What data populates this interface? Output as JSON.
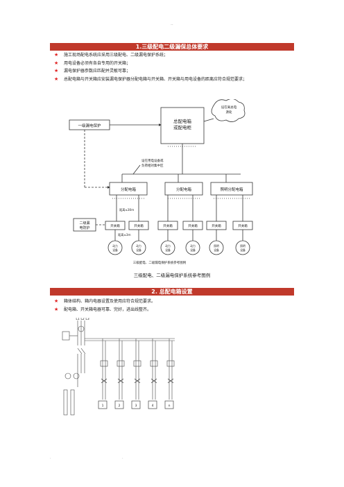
{
  "header_mark": "..",
  "section1": {
    "title": "1.三级配电二级漏保总体要求",
    "bullets": [
      "施工现场配电系统应采用三级配电、二级漏电保护系统；",
      "用电设备必须有各自专用的开关箱；",
      "漏电保护器参数应匹配并灵敏可靠；",
      "总配电箱与开关箱应安装漏电保护器分配电箱与开关箱、开关箱与用电设备的距离应符合规范要求；"
    ],
    "diagram": {
      "level1_protector": "一级漏电保护",
      "main_box": [
        "总配电箱",
        "或配电柜"
      ],
      "cloud_note": [
        "设在离总电",
        "源处"
      ],
      "dist_note": [
        "设在用电设备或",
        "负荷相对集中区"
      ],
      "dist_boxes": [
        "分配电箱",
        "分配电箱",
        "照明分配电箱"
      ],
      "distance1": "距离≤30m",
      "distance2": "距离≤3m",
      "level2_protector": [
        "二级漏",
        "电防护"
      ],
      "switch_box": "开关箱",
      "devices": [
        [
          "动力",
          "设备"
        ],
        [
          "动力",
          "设备"
        ],
        [
          "动力",
          "设备"
        ],
        [
          "动力",
          "设备"
        ],
        [
          "照明",
          "设备"
        ],
        [
          "照明",
          "设备"
        ]
      ],
      "inner_caption": "三级配电、二级漏电保护系统参考图例"
    },
    "caption": "三级配电、二级漏电保护系统参考图例"
  },
  "section2": {
    "title": "2.  总配电箱设置",
    "bullets": [
      "箱体结构、箱内电器设置及使用应符合规范要求。",
      "配电箱、开关箱电器可靠、完好，进出线整齐。"
    ],
    "diagram": {
      "phases": [
        "L1",
        "L2",
        "L3"
      ],
      "bottom_numbers": [
        "1",
        "2",
        "3",
        "4",
        "n"
      ]
    }
  },
  "footer": {
    "left": ".",
    "right": "."
  }
}
